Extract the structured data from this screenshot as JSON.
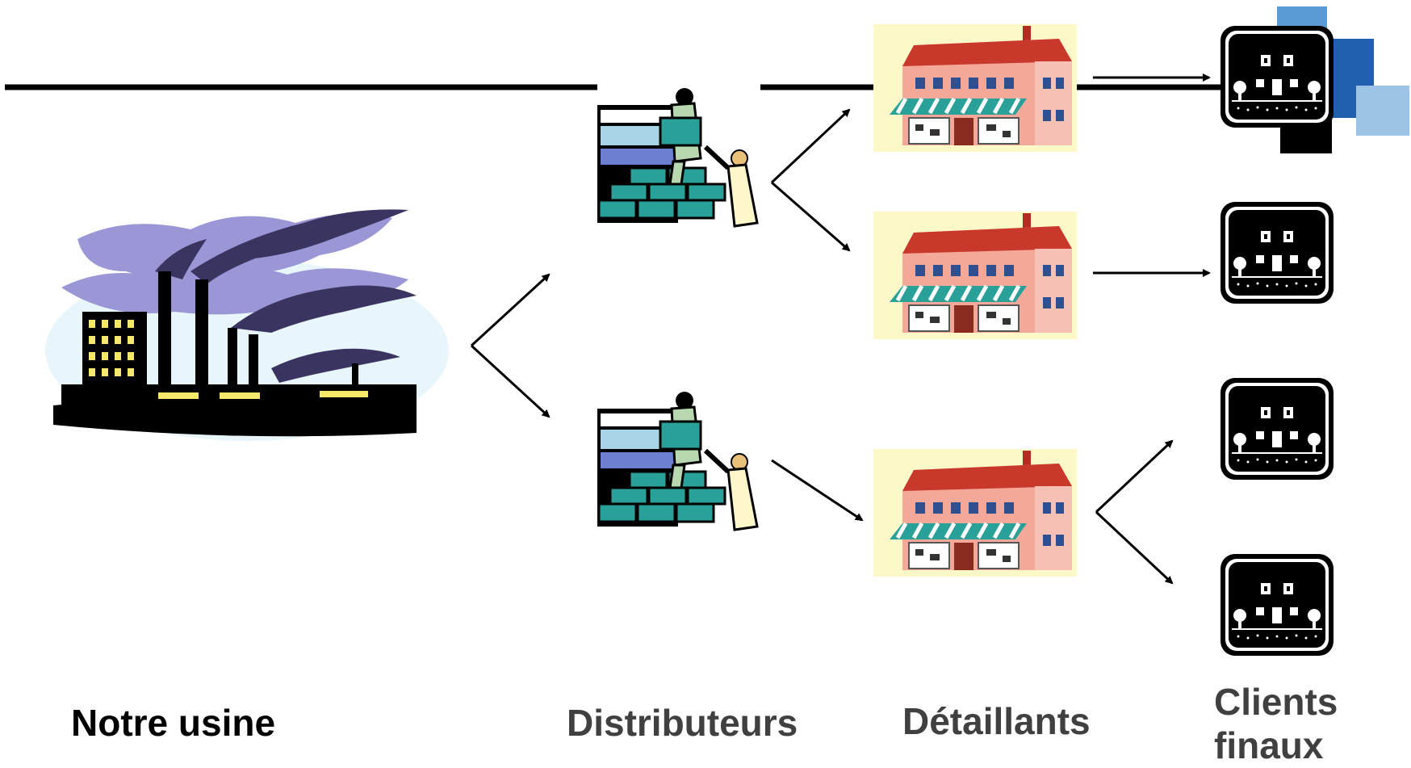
{
  "colors": {
    "factory_label": "#000000",
    "stage_label": "#404040",
    "accent_blue_light": "#5b9bd5",
    "accent_blue_dark": "#1f5fae",
    "accent_blue_pale": "#9dc3e6",
    "arrow": "#000000",
    "store_wall": "#f4a89a",
    "store_roof": "#c8392b",
    "awning": "#2aa198",
    "smoke": "#3a3560",
    "cloud": "#9b97d6"
  },
  "icons": {
    "factory": "factory-icon",
    "distributor": "worker-stacking-boxes-icon",
    "retailer": "storefront-icon",
    "client": "house-icon"
  },
  "labels": {
    "factory": "Notre usine",
    "distributors": "Distributeurs",
    "retailers": "Détaillants",
    "clients": "Clients finaux"
  }
}
